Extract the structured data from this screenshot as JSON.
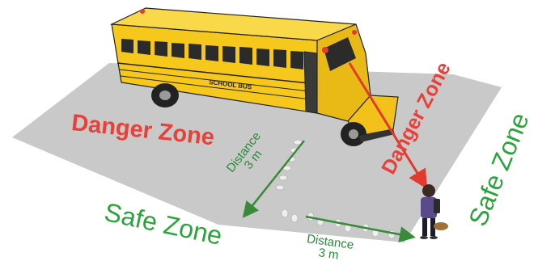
{
  "labels": {
    "danger_zone_left": "Danger Zone",
    "danger_zone_right": "Danger Zone",
    "safe_zone_left": "Safe Zone",
    "safe_zone_right": "Safe Zone",
    "distance_left": {
      "word": "Distance",
      "value": "3 m"
    },
    "distance_bottom": {
      "word": "Distance",
      "value": "3 m"
    },
    "bus_sign": "SCHOOL BUS"
  },
  "colors": {
    "danger": "#e8413a",
    "safe": "#2aa43a",
    "distance_arrow": "#3a8a3a",
    "ground": "#c9c9c9",
    "bus_body": "#f7c81c",
    "sightline": "#e23b2e"
  },
  "icons": {
    "bus": "school-bus-illustration",
    "child": "child-with-backpack",
    "footprints": "footprints"
  }
}
